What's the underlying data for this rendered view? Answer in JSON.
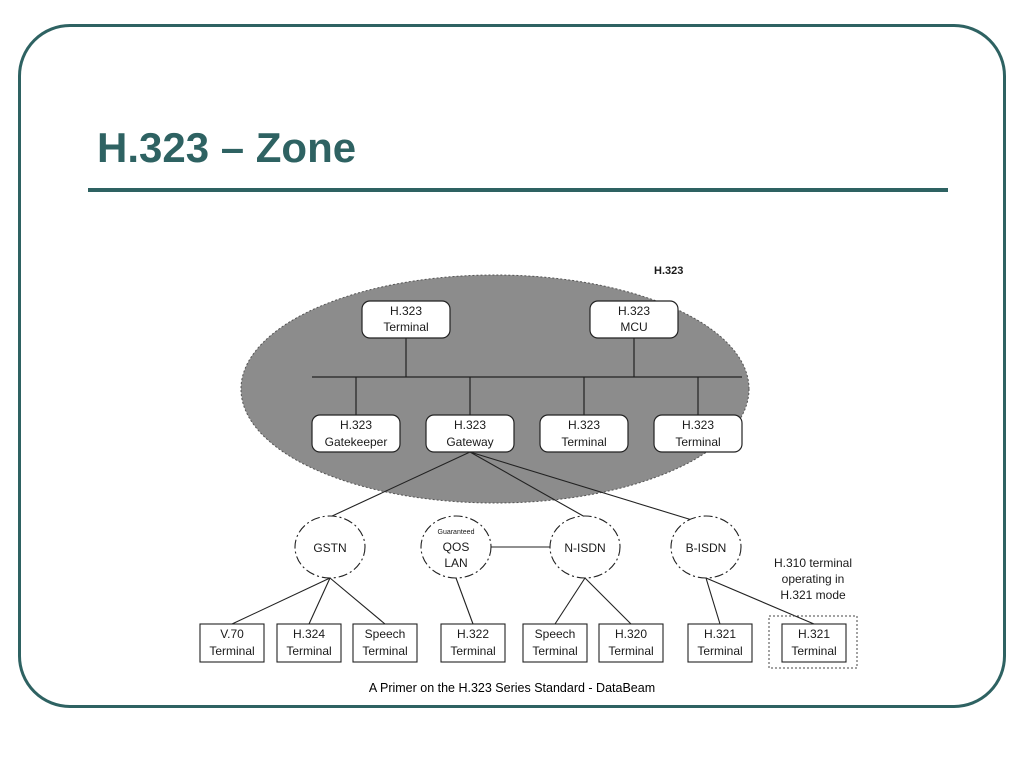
{
  "slide": {
    "title": "H.323 – Zone",
    "caption": "A Primer on the H.323 Series Standard - DataBeam"
  },
  "diagram": {
    "zone_label": "H.323",
    "top_nodes": {
      "terminal": [
        "H.323",
        "Terminal"
      ],
      "mcu": [
        "H.323",
        "MCU"
      ]
    },
    "lan_nodes": {
      "gatekeeper": [
        "H.323",
        "Gatekeeper"
      ],
      "gateway": [
        "H.323",
        "Gateway"
      ],
      "terminal_a": [
        "H.323",
        "Terminal"
      ],
      "terminal_b": [
        "H.323",
        "Terminal"
      ]
    },
    "networks": {
      "gstn": "GSTN",
      "qos_lan": {
        "tag": "Guaranteed",
        "lines": [
          "QOS",
          "LAN"
        ]
      },
      "n_isdn": "N-ISDN",
      "b_isdn": "B-ISDN"
    },
    "note": [
      "H.310 terminal",
      "operating in",
      "H.321 mode"
    ],
    "endpoints": {
      "v70": [
        "V.70",
        "Terminal"
      ],
      "h324": [
        "H.324",
        "Terminal"
      ],
      "speech_gstn": [
        "Speech",
        "Terminal"
      ],
      "h322": [
        "H.322",
        "Terminal"
      ],
      "speech_isdn": [
        "Speech",
        "Terminal"
      ],
      "h320": [
        "H.320",
        "Terminal"
      ],
      "h321": [
        "H.321",
        "Terminal"
      ],
      "h321_h310": [
        "H.321",
        "Terminal"
      ]
    },
    "colors": {
      "zone_fill": "#8c8c8c",
      "frame": "#2e6262"
    }
  }
}
